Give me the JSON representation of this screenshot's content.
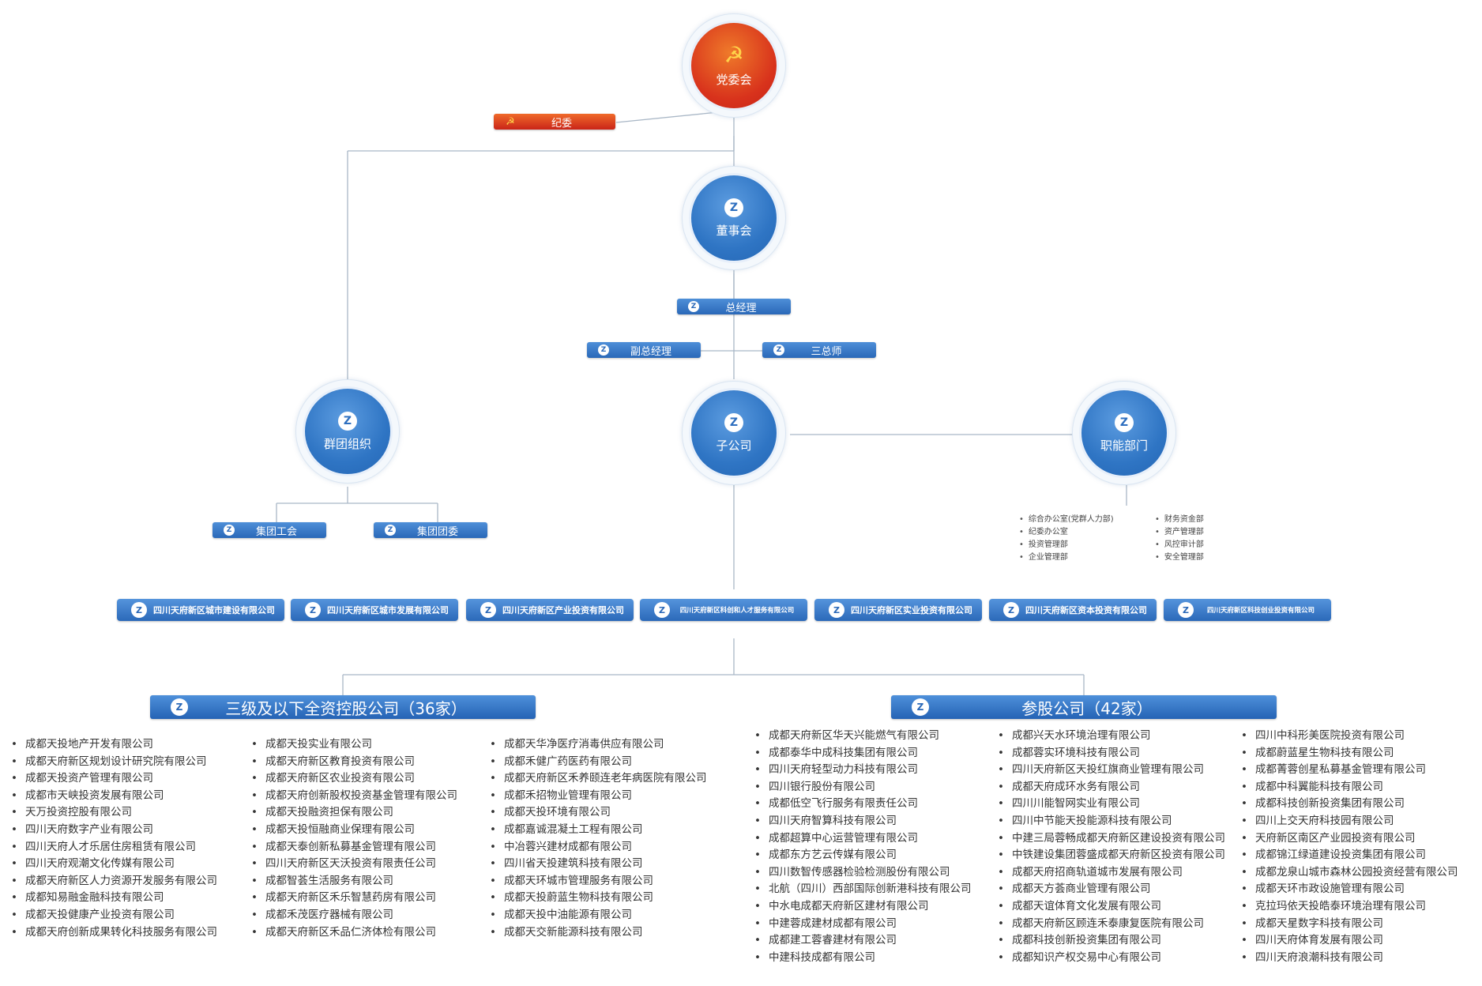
{
  "top": {
    "party": "党委会",
    "discipline": "纪委",
    "board": "董事会",
    "gm": "总经理",
    "deputy_gm": "副总经理",
    "three_chiefs": "三总师"
  },
  "branches": {
    "groups": "群团组织",
    "subsidiaries": "子公司",
    "functional": "职能部门"
  },
  "group_orgs": [
    "集团工会",
    "集团团委"
  ],
  "departments": {
    "left": [
      "综合办公室(党群人力部)",
      "纪委办公室",
      "投资管理部",
      "企业管理部"
    ],
    "right": [
      "财务资金部",
      "资产管理部",
      "风控审计部",
      "安全管理部"
    ]
  },
  "subsidiaries": [
    "四川天府新区城市建设有限公司",
    "四川天府新区城市发展有限公司",
    "四川天府新区产业投资有限公司",
    "四川天府新区科创和人才服务有限公司",
    "四川天府新区实业投资有限公司",
    "四川天府新区资本投资有限公司",
    "四川天府新区科技创业投资有限公司"
  ],
  "categories": {
    "wholly_owned": "三级及以下全资控股公司（36家）",
    "participating": "参股公司（42家）"
  },
  "wholly_owned_columns": [
    [
      "成都天投地产开发有限公司",
      "成都天府新区规划设计研究院有限公司",
      "成都天投资产管理有限公司",
      "成都市天峡投资发展有限公司",
      "天万投资控股有限公司",
      "四川天府数字产业有限公司",
      "四川天府人才乐居住房租赁有限公司",
      "四川天府观潮文化传媒有限公司",
      "成都天府新区人力资源开发服务有限公司",
      "成都知易融金融科技有限公司",
      "成都天投健康产业投资有限公司",
      "成都天府创新成果转化科技服务有限公司"
    ],
    [
      "成都天投实业有限公司",
      "成都天府新区教育投资有限公司",
      "成都天府新区农业投资有限公司",
      "成都天府创新股权投资基金管理有限公司",
      "成都天投融资担保有限公司",
      "成都天投恒融商业保理有限公司",
      "成都天泰创新私募基金管理有限公司",
      "四川天府新区天沃投资有限责任公司",
      "成都智荟生活服务有限公司",
      "成都天府新区禾乐智慧药房有限公司",
      "成都禾茂医疗器械有限公司",
      "成都天府新区禾品仁济体检有限公司"
    ],
    [
      "成都天华净医疗消毒供应有限公司",
      "成都禾健广药医药有限公司",
      "成都天府新区禾养颐连老年病医院有限公司",
      "成都禾招物业管理有限公司",
      "成都天投环境有限公司",
      "成都嘉诚混凝土工程有限公司",
      "中冶蓉兴建材成都有限公司",
      "四川省天投建筑科技有限公司",
      "成都天环城市管理服务有限公司",
      "成都天投蔚蓝生物科技有限公司",
      "成都天投中油能源有限公司",
      "成都天交新能源科技有限公司"
    ]
  ],
  "participating_columns": [
    [
      "成都天府新区华天兴能燃气有限公司",
      "成都泰华中成科技集团有限公司",
      "四川天府轻型动力科技有限公司",
      "四川银行股份有限公司",
      "成都低空飞行服务有限责任公司",
      "四川天府智算科技有限公司",
      "成都超算中心运营管理有限公司",
      "成都东方艺云传媒有限公司",
      "四川数智传感器检验检测股份有限公司",
      "北航（四川）西部国际创新港科技有限公司",
      "中水电成都天府新区建材有限公司",
      "中建蓉成建材成都有限公司",
      "成都建工蓉睿建材有限公司",
      "中建科技成都有限公司"
    ],
    [
      "成都兴天水环境治理有限公司",
      "成都蓉实环境科技有限公司",
      "四川天府新区天投红旗商业管理有限公司",
      "成都天府成环水务有限公司",
      "四川川能智网实业有限公司",
      "四川中节能天投能源科技有限公司",
      "中建三局蓉畅成都天府新区建设投资有限公司",
      "中铁建设集团蓉盛成都天府新区投资有限公司",
      "成都天府招商轨道城市发展有限公司",
      "成都天方荟商业管理有限公司",
      "成都天谊体育文化发展有限公司",
      "成都天府新区顾连禾泰康复医院有限公司",
      "成都科技创新投资集团有限公司",
      "成都知识产权交易中心有限公司"
    ],
    [
      "四川中科形美医院投资有限公司",
      "成都蔚蓝星生物科技有限公司",
      "成都菁蓉创星私募基金管理有限公司",
      "成都中科翼能科技有限公司",
      "成都科技创新投资集团有限公司",
      "四川上交天府科技园有限公司",
      "天府新区南区产业园投资有限公司",
      "成都锦江绿道建设投资集团有限公司",
      "成都龙泉山城市森林公园投资经营有限公司",
      "成都天环市政设施管理有限公司",
      "克拉玛依天投皓泰环境治理有限公司",
      "成都天星数字科技有限公司",
      "四川天府体育发展有限公司",
      "四川天府浪潮科技有限公司"
    ]
  ]
}
